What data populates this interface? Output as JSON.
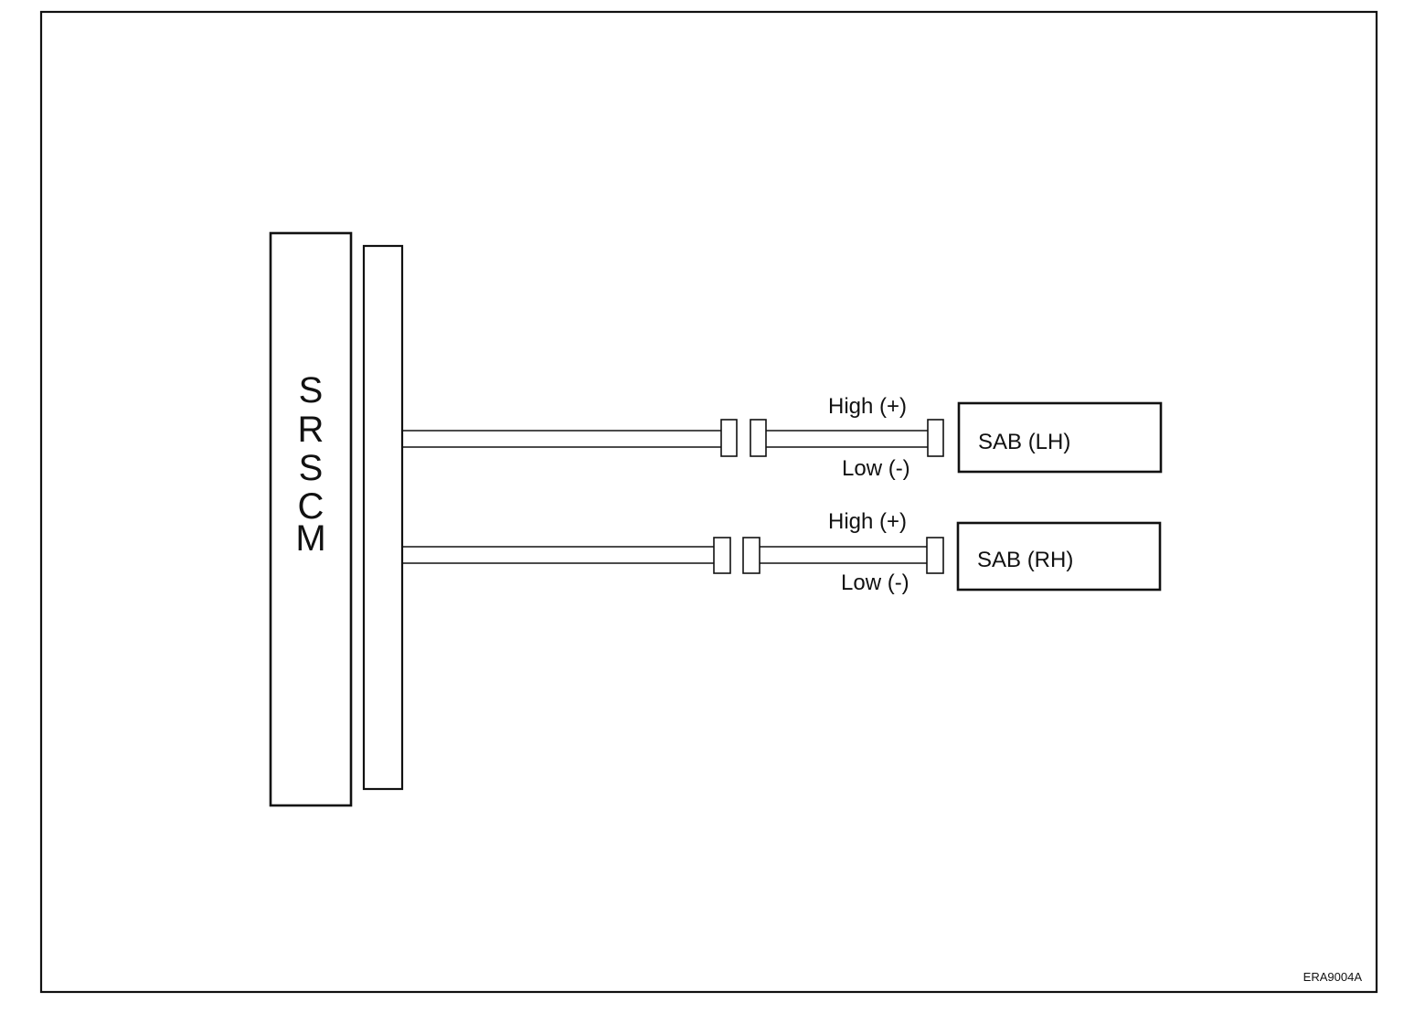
{
  "module": {
    "letters": [
      "S",
      "R",
      "S",
      "C",
      "M"
    ]
  },
  "circuits": [
    {
      "device": "SAB (LH)",
      "high": "High (+)",
      "low": "Low (-)"
    },
    {
      "device": "SAB (RH)",
      "high": "High (+)",
      "low": "Low (-)"
    }
  ],
  "figure_code": "ERA9004A"
}
